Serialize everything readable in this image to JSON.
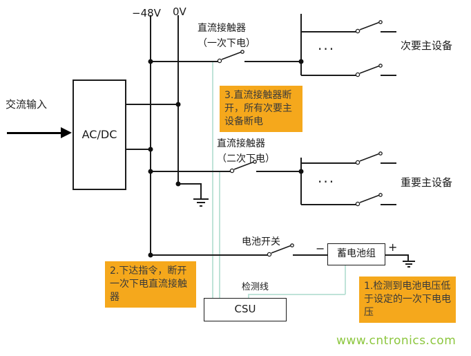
{
  "labels": {
    "bus_neg48": "−48V",
    "bus_0v": "0V",
    "ac_input": "交流输入",
    "acdc": "AC/DC",
    "contactor_primary_line1": "直流接触器",
    "contactor_primary_line2": "（一次下电）",
    "contactor_secondary_line1": "直流接触器",
    "contactor_secondary_line2": "（二次下电）",
    "secondary_devices": "次要主设备",
    "important_devices": "重要主设备",
    "ellipsis_top": "···",
    "ellipsis_bottom": "···",
    "battery_switch": "电池开关",
    "battery_pack": "蓄电池组",
    "battery_minus": "−",
    "battery_plus": "+",
    "detection_line": "检测线",
    "csu": "CSU"
  },
  "callouts": {
    "step1": "1.检测到电池电压低于设定的一次下电电压",
    "step2": "2.下达指令，断开一次下电直流接触器",
    "step3": "3.直流接触器断开，所有次要主设备断电"
  },
  "watermark": "www.cntronics.com",
  "colors": {
    "wire": "#1a1a1a",
    "callout_bg": "#f5a81c",
    "control_wire": "#bfe3d8",
    "watermark_green": "#8cc63e"
  }
}
